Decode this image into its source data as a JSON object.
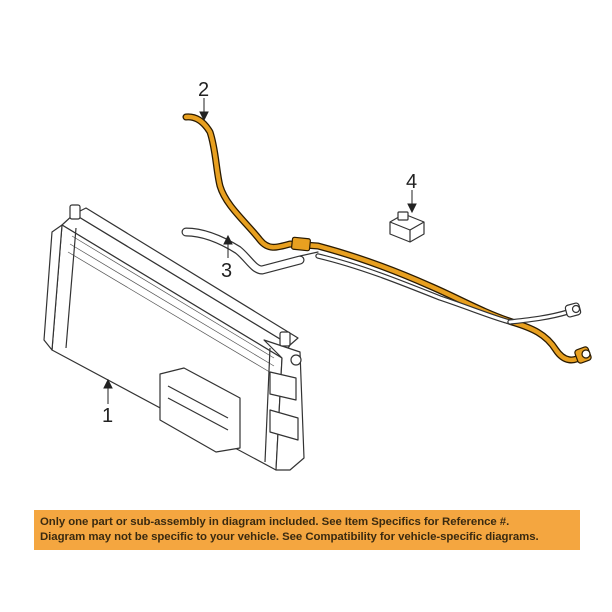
{
  "callouts": {
    "part1": "1",
    "part2": "2",
    "part3": "3",
    "part4": "4"
  },
  "disclaimer": {
    "line1": "Only one part or sub-assembly in diagram included. See Item Specifics for Reference #.",
    "line2": "Diagram may not be specific to your vehicle. See Compatibility for vehicle-specific diagrams."
  },
  "colors": {
    "highlight": "#e8a020",
    "banner": "#f4a640",
    "line_art": "#333333"
  }
}
